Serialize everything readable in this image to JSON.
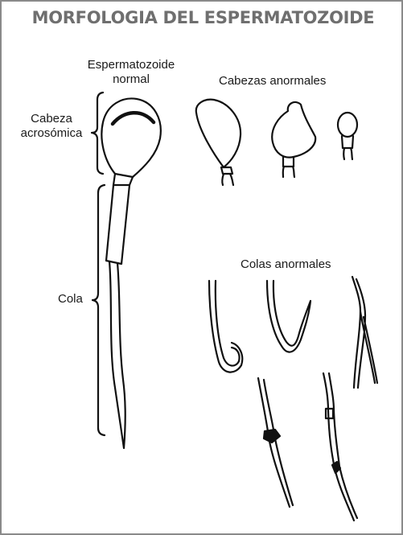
{
  "title": "MORFOLOGIA DEL ESPERMATOZOIDE",
  "labels": {
    "normal_line1": "Espermatozoide",
    "normal_line2": "normal",
    "abnormal_heads": "Cabezas anormales",
    "head_line1": "Cabeza",
    "head_line2": "acrosómica",
    "abnormal_tails": "Colas anormales",
    "tail": "Cola"
  },
  "colors": {
    "title": "#6f6f6f",
    "ink": "#111111",
    "border": "#8a8a8a"
  }
}
